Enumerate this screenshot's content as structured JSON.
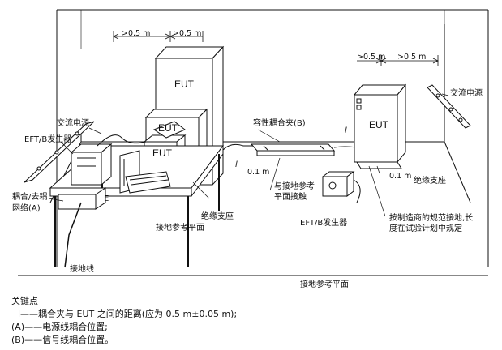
{
  "labels": {
    "dim_top_1": ">0.5 m",
    "dim_top_2": ">0.5 m",
    "dim_right_1": ">0.5 m",
    "dim_right_2": ">0.5 m",
    "eut_tall_left": "EUT",
    "eut_mid_left": "EUT",
    "eut_small_left": "EUT",
    "eut_right": "EUT",
    "ac_power_left": "交流电源",
    "ac_power_right": "交流电源",
    "eft_gen_left": "EFT/B发生器",
    "cdn": "耦合/去耦",
    "cdn_2": "网络(A)",
    "clamp": "容性耦合夹(B)",
    "l_left": "l",
    "l_right": "l",
    "gap_01_left": "0.1 m",
    "gap_01_right": "0.1 m",
    "ground_contact_1": "与接地参考",
    "ground_contact_2": "平面接触",
    "insulating_support_right": "绝缘支座",
    "insulating_support_left": "绝缘支座",
    "grp_table": "接地参考平面",
    "eft_gen_right": "EFT/B发生器",
    "mfr_ground_1": "按制造商的规范接地,长",
    "mfr_ground_2": "度在试验计划中规定",
    "ground_wire": "接地线",
    "grp_floor": "接地参考平面",
    "e_mark": "E"
  },
  "key": {
    "title": "关键点",
    "line_l": "l——耦合夹与 EUT 之间的距离(应为 0.5 m±0.05 m);",
    "line_a": "(A)——电源线耦合位置;",
    "line_b": "(B)——信号线耦合位置。"
  }
}
